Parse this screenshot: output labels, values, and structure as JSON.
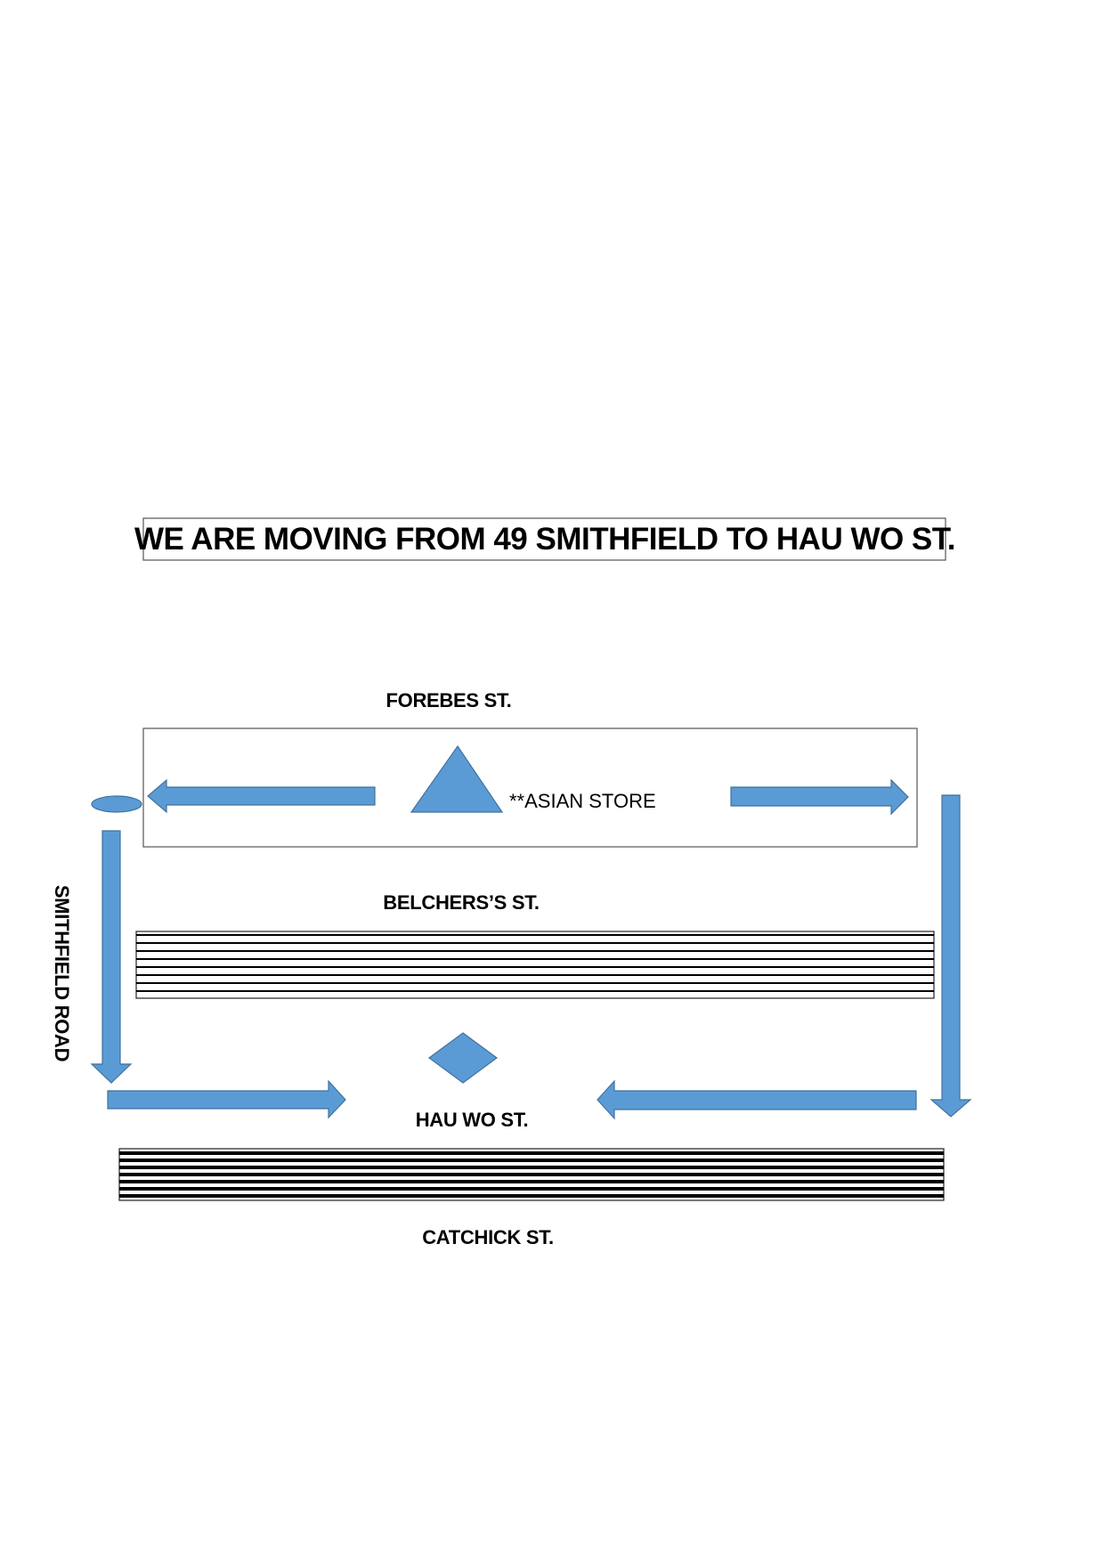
{
  "title": "WE ARE MOVING FROM 49 SMITHFIELD TO HAU WO ST.",
  "streets": {
    "top": "FOREBES ST.",
    "middle": "BELCHERS’S ST.",
    "lower": "HAU WO ST.",
    "bottom": "CATCHICK ST.",
    "side": "SMITHFIELD ROAD"
  },
  "landmarks": {
    "store": "**ASIAN STORE"
  },
  "colors": {
    "marker": "#5b9bd5",
    "marker_outline": "#41719c",
    "lines": "#000000"
  }
}
